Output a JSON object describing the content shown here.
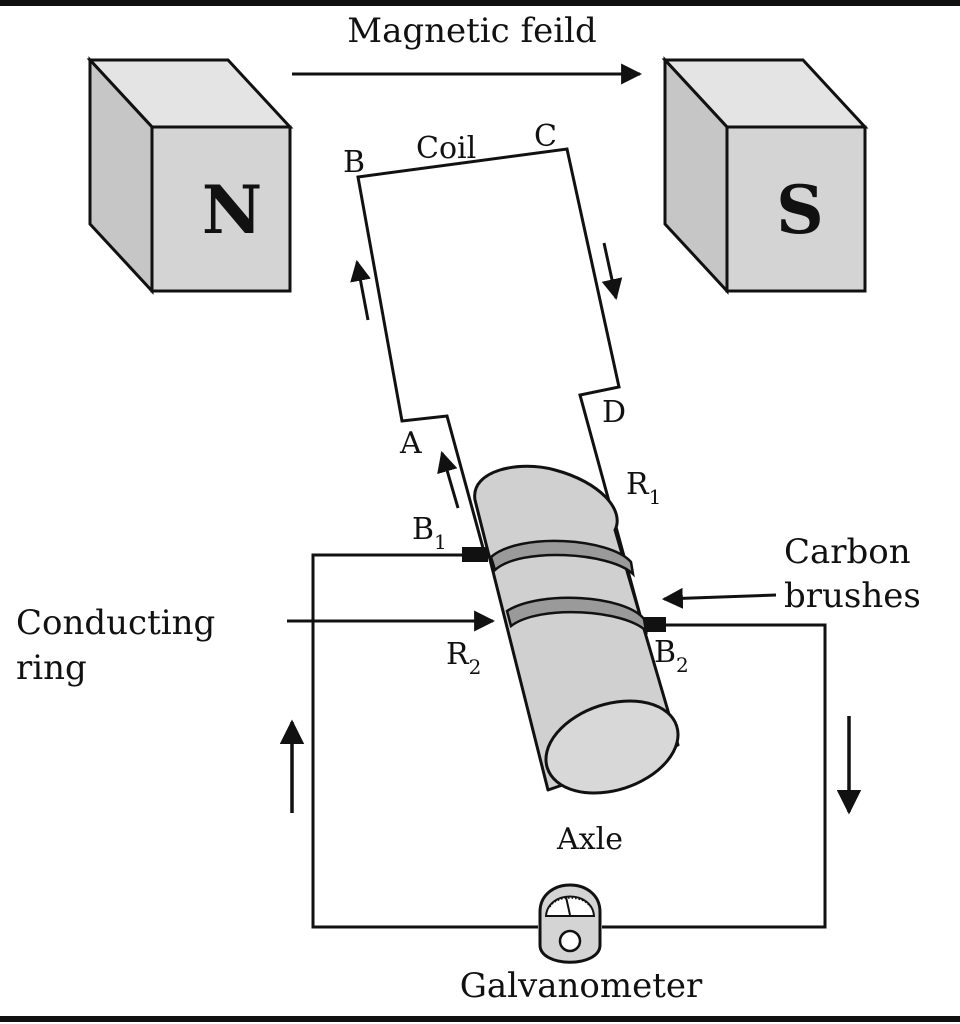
{
  "labels": {
    "magnetic_field": "Magnetic feild",
    "coil": "Coil",
    "corner_b": "B",
    "corner_c": "C",
    "corner_a": "A",
    "corner_d": "D",
    "ring_r1": "R",
    "ring_r1_sub": "1",
    "ring_r2": "R",
    "ring_r2_sub": "2",
    "brush_b1": "B",
    "brush_b1_sub": "1",
    "brush_b2": "B",
    "brush_b2_sub": "2",
    "conducting_ring_line1": "Conducting",
    "conducting_ring_line2": "ring",
    "carbon_brushes_line1": "Carbon",
    "carbon_brushes_line2": "brushes",
    "axle": "Axle",
    "galvanometer": "Galvanometer",
    "north_pole": "N",
    "south_pole": "S"
  },
  "colors": {
    "line": "#111111",
    "magnet_face": "#d4d4d4",
    "magnet_top": "#e4e4e4",
    "axle_fill": "#d0d0d0",
    "ring_fill": "#9a9a9a",
    "brush": "#111111"
  }
}
